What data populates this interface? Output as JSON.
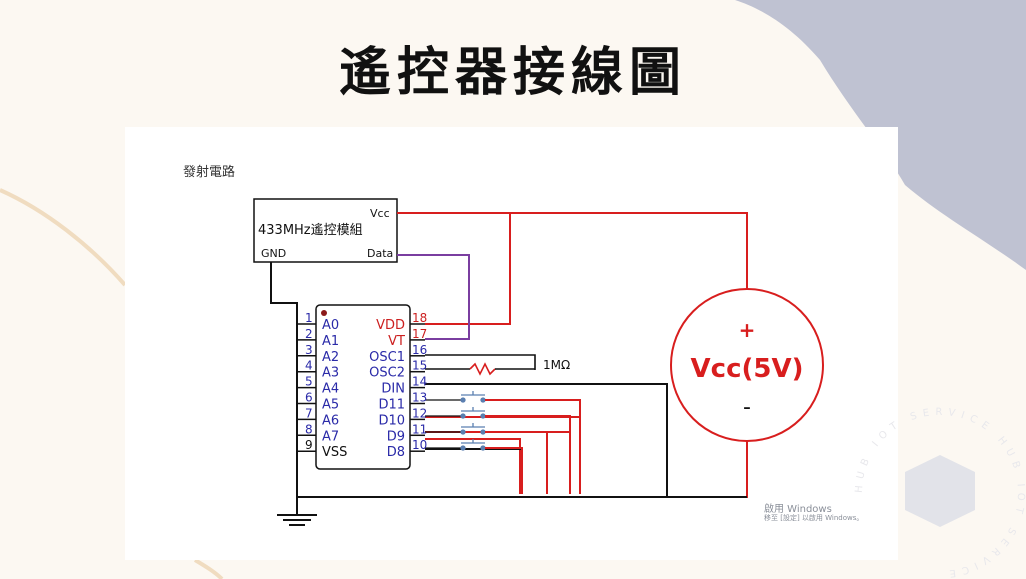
{
  "slide": {
    "title": "遙控器接線圖",
    "colors": {
      "background": "#fcf8f2",
      "blob": "#bfc2d2",
      "wire_red": "#d81e1e",
      "wire_purple": "#7a3ea0",
      "pin_blue": "#2a2aa8"
    }
  },
  "diagram": {
    "section_label": "發射電路",
    "module": {
      "name": "433MHz遙控模組",
      "pins": {
        "vcc": "Vcc",
        "gnd": "GND",
        "data": "Data"
      }
    },
    "resistor_label": "1MΩ",
    "power": {
      "plus": "+",
      "label": "Vcc(5V)",
      "minus": "-"
    },
    "ic": {
      "left_pins": [
        {
          "num": "1",
          "name": "A0"
        },
        {
          "num": "2",
          "name": "A1"
        },
        {
          "num": "3",
          "name": "A2"
        },
        {
          "num": "4",
          "name": "A3"
        },
        {
          "num": "5",
          "name": "A4"
        },
        {
          "num": "6",
          "name": "A5"
        },
        {
          "num": "7",
          "name": "A6"
        },
        {
          "num": "8",
          "name": "A7"
        },
        {
          "num": "9",
          "name": "VSS"
        }
      ],
      "right_pins": [
        {
          "num": "18",
          "name": "VDD"
        },
        {
          "num": "17",
          "name": "VT"
        },
        {
          "num": "16",
          "name": "OSC1"
        },
        {
          "num": "15",
          "name": "OSC2"
        },
        {
          "num": "14",
          "name": "DIN"
        },
        {
          "num": "13",
          "name": "D11"
        },
        {
          "num": "12",
          "name": "D10"
        },
        {
          "num": "11",
          "name": "D9"
        },
        {
          "num": "10",
          "name": "D8"
        }
      ]
    }
  },
  "overlay": {
    "activate_title": "啟用 Windows",
    "activate_sub": "移至 [設定] 以啟用 Windows。",
    "watermark_ring": "HUB IOT SERVICE HUB IOT SERVICE"
  }
}
